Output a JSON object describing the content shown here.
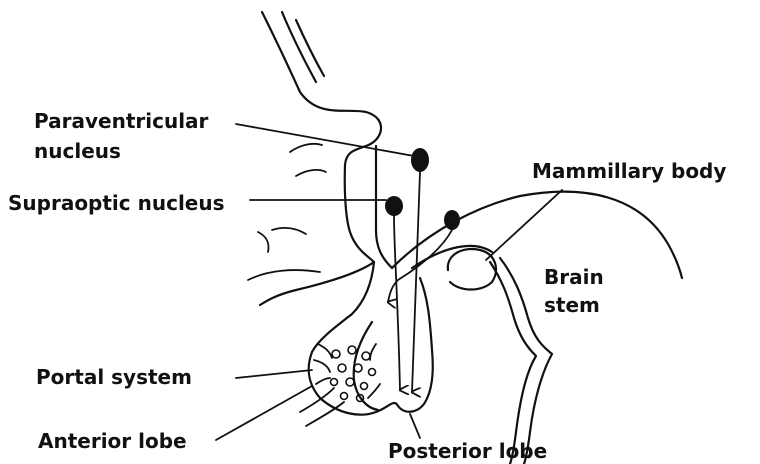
{
  "labels": {
    "paraventricular_line1": "Paraventricular",
    "paraventricular_line2": "nucleus",
    "supraoptic": "Supraoptic nucleus",
    "mammillary": "Mammillary body",
    "brain_stem_line1": "Brain",
    "brain_stem_line2": "stem",
    "portal_system": "Portal system",
    "anterior_lobe": "Anterior lobe",
    "posterior_lobe": "Posterior lobe"
  },
  "colors": {
    "ink": "#111111",
    "background": "#ffffff"
  }
}
